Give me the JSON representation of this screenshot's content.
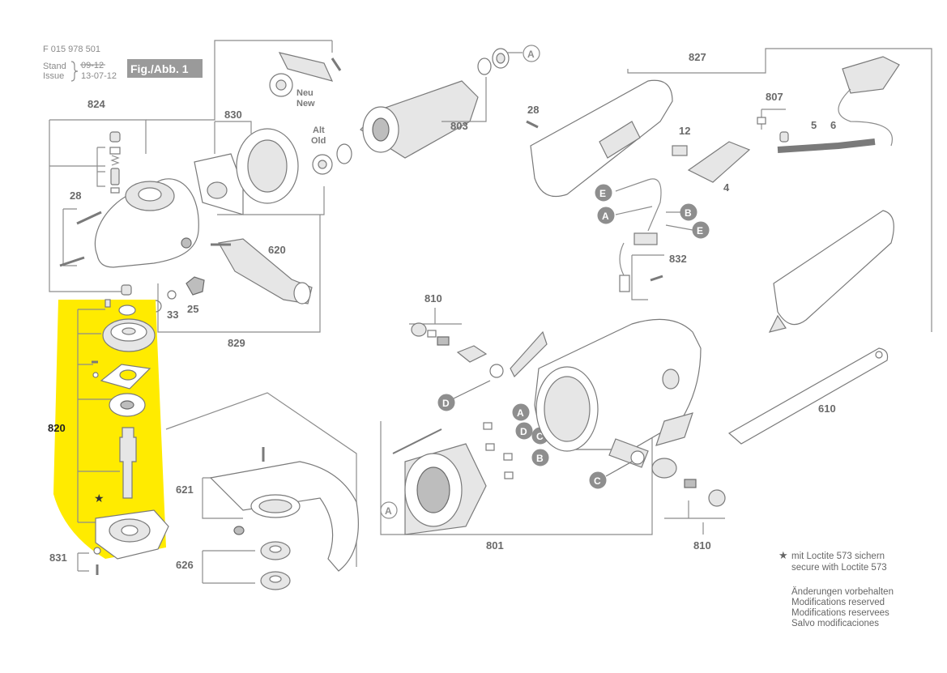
{
  "header": {
    "doc_number": "F 015 978 501",
    "stand_label": "Stand",
    "issue_label": "Issue",
    "stand_old": "09-12",
    "stand_date": "13-07-12",
    "fig_label": "Fig./Abb. 1"
  },
  "labels": {
    "p824": "824",
    "p830": "830",
    "p803": "803",
    "p827": "827",
    "p28a": "28",
    "p28b": "28",
    "p807": "807",
    "p12": "12",
    "p5": "5",
    "p6": "6",
    "p4": "4",
    "p620": "620",
    "p33": "33",
    "p25": "25",
    "p829": "829",
    "p832": "832",
    "p810a": "810",
    "p810b": "810",
    "p820": "820",
    "p610": "610",
    "p621": "621",
    "p626": "626",
    "p831": "831",
    "p801": "801",
    "new_de": "Neu",
    "new_en": "New",
    "old_de": "Alt",
    "old_en": "Old"
  },
  "markers": {
    "a": "A",
    "b": "B",
    "c": "C",
    "d": "D",
    "e": "E"
  },
  "notes": {
    "star": "★",
    "loctite_de": "mit Loctite 573 sichern",
    "loctite_en": "secure with Loctite 573",
    "mod_de": "Änderungen vorbehalten",
    "mod_en": "Modifications reserved",
    "mod_fr": "Modifications reservees",
    "mod_es": "Salvo modificaciones"
  },
  "colors": {
    "highlight": "#ffeb00",
    "line": "#8c8c8c",
    "marker": "#8e8e8e",
    "fig_badge": "#9a9a9a"
  }
}
